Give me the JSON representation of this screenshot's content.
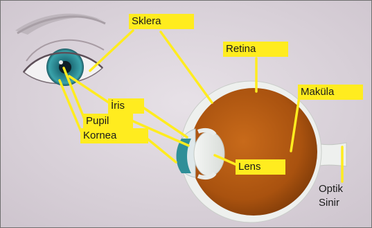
{
  "labels": {
    "sclera": "Sklera",
    "retina": "Retina",
    "macula": "Maküla",
    "iris": "İris",
    "pupil": "Pupil",
    "cornea": "Kornea",
    "lens": "Lens",
    "optic_nerve_line1": "Optik",
    "optic_nerve_line2": "Sinir"
  },
  "colors": {
    "background": "#ded7de",
    "label_fill": "#ffec1f",
    "leader_line": "#ffec1f",
    "eyeball_interior": "#b45a10",
    "sclera_white": "#eef0ee",
    "iris_teal": "#2f8f98",
    "pupil_dark": "#0d1e26"
  }
}
